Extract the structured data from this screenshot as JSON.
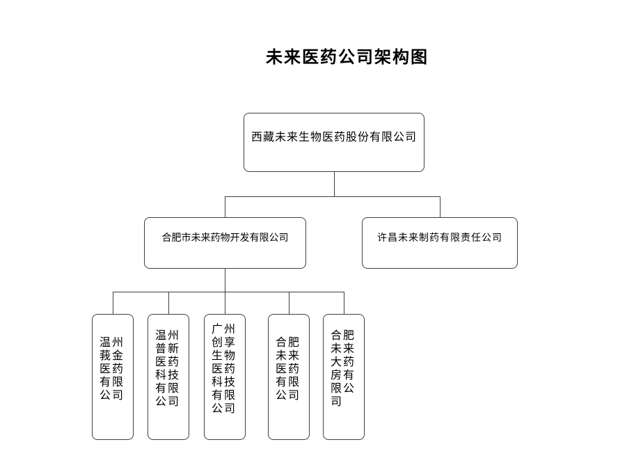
{
  "title": "未来医药公司架构图",
  "org": {
    "root": {
      "name": "西藏未来生物医药股份有限公司"
    },
    "level2": [
      {
        "name": "合肥市未来药物开发有限公司"
      },
      {
        "name": "许昌未来制药有限责任公司"
      }
    ],
    "level3": [
      {
        "name": "温州莪金医药有限公司"
      },
      {
        "name": "温州普新医药科技有限公司"
      },
      {
        "name": "广州创享生物医药科技有限公司"
      },
      {
        "name": "合肥未来医药有限公司"
      },
      {
        "name": "合肥未来大药房有限公司"
      }
    ]
  },
  "colors": {
    "border": "#3f3f3f",
    "line": "#3f3f3f",
    "text": "#000000",
    "background": "#ffffff"
  }
}
